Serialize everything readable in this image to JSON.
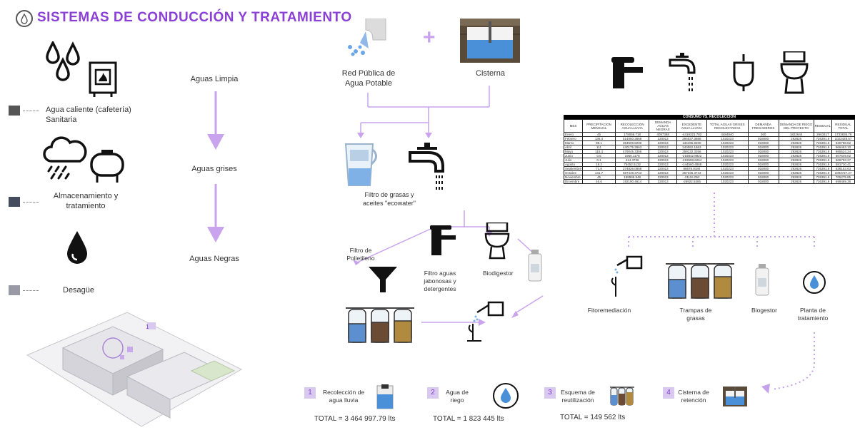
{
  "title": "SISTEMAS DE CONDUCCIÓN Y TRATAMIENTO",
  "left_panel": {
    "items": [
      {
        "label": "Agua caliente (cafetería) Sanitaria",
        "color": "#555555"
      },
      {
        "label": "Almacenamiento y tratamiento",
        "color": "#444c5e"
      },
      {
        "label": "Desagüe",
        "color": "#9a9aa6"
      }
    ],
    "flow": [
      "Aguas Limpia",
      "Aguas grises",
      "Aguas Negras"
    ],
    "building_badge": "1"
  },
  "sources": {
    "red_publica": "Red Pública de Agua Potable",
    "plus": "+",
    "cisterna": "Cisterna"
  },
  "treatment": {
    "filtro_grasas": "Filtro de grasas y aceites \"ecowater\"",
    "filtro_polietileno": "Filtro de Polietileno",
    "filtro_jabonosas": "Filtro aguas jabonosas y detergentes",
    "biodigestor": "Biodigestor"
  },
  "right_treatment": [
    "Fitoremediación",
    "Trampas de grasas",
    "Biogestor",
    "Planta de tratamiento"
  ],
  "summary": [
    {
      "num": "1",
      "label": "Recolección de agua lluvia",
      "total": "TOTAL = 3 464 997.79 lts"
    },
    {
      "num": "2",
      "label": "Agua de riego",
      "total": "TOTAL = 1 823 445 lts"
    },
    {
      "num": "3",
      "label": "Esquema de reutilización",
      "total": "TOTAL = 149 562 lts"
    },
    {
      "num": "4",
      "label": "Cisterna de retención",
      "total": ""
    }
  ],
  "table": {
    "caption": "CONSUMO VS. RECOLECCION",
    "headers": [
      "MES",
      "PRECIPITACION MENSUAL",
      "RECOLECCIÓN AGUA LLUVIA",
      "DEMANDA AGUAS NEGRAS",
      "EXCEDENTE AGUA LLUVIA",
      "TOTAL AGUAS GRISES RECOLECTADAS",
      "DEMANDA FREGADEROS",
      "DEMANDA DE RIEGO DEL PROYECTO",
      "RESIDUAL",
      "RESIDUAL TOTAL"
    ],
    "rows": [
      [
        "Enero",
        "45",
        "178066.718",
        "4097388",
        "-4419321.782",
        "4484840",
        "260",
        "1822644",
        "2663417",
        "1733836.78"
      ],
      [
        "Febrero",
        "136.4",
        "514050.3868",
        "220013",
        "294037.3868",
        "1020223",
        "918000",
        "292826",
        "726391.9",
        "1022428.57"
      ],
      [
        "Marzo",
        "98.1",
        "354509.8200",
        "220013",
        "134496.8200",
        "1020223",
        "918000",
        "292826",
        "726391.9",
        "830788.62"
      ],
      [
        "Abril",
        "111",
        "440175.2863",
        "220013",
        "240062.1863",
        "1020223",
        "918000",
        "292826",
        "726391.9",
        "966453.10"
      ],
      [
        "Mayo",
        "115.4",
        "479045.3356",
        "220013",
        "259132.3356",
        "1020223",
        "918000",
        "292826",
        "726391.9",
        "985524.24"
      ],
      [
        "Junio",
        "0.5",
        "1960.1178",
        "220013",
        "-218842.8822",
        "1020223",
        "918000",
        "292826",
        "726391.9",
        "507549.02"
      ],
      [
        "Julio",
        "0.1",
        "414.3736",
        "220013",
        "-219598.6264",
        "1020223",
        "918000",
        "292826",
        "726391.9",
        "506793.27"
      ],
      [
        "Agosto",
        "18.2",
        "75452.5132",
        "220013",
        "-144560.4868",
        "1020223",
        "918000",
        "292826",
        "726391.9",
        "581730.41"
      ],
      [
        "Septiembre",
        "71.8",
        "274826.0868",
        "220013",
        "88678.9180",
        "1020223",
        "918000",
        "292826",
        "726391.9",
        "638153.63"
      ],
      [
        "Octubre",
        "141.7",
        "587449.3743",
        "220013",
        "367336.3743",
        "1020223",
        "918000",
        "292826",
        "726391.9",
        "1093727.27"
      ],
      [
        "Noviembre",
        "45",
        "198996.948",
        "220013",
        "-21116.052",
        "1020223",
        "918000",
        "292826",
        "726391.9",
        "705275.85"
      ],
      [
        "Diciembre",
        "46.6",
        "192190.4614",
        "220013",
        "-26922.5386",
        "1020223",
        "918000",
        "292826",
        "726391.9",
        "699469.36"
      ]
    ]
  },
  "colors": {
    "accent": "#8b3fd6",
    "arrow": "#c9a3ee",
    "dashed": "#c6a2ec"
  }
}
